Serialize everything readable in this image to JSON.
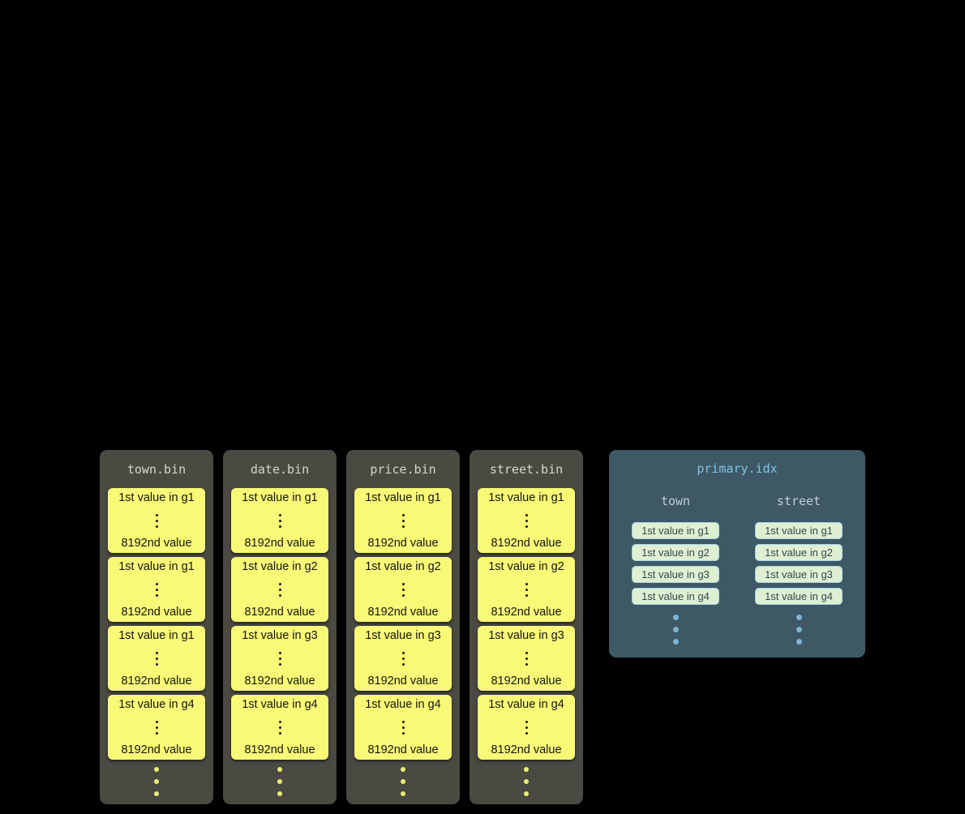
{
  "colors": {
    "background": "#010101",
    "column_bg": "#4a4942",
    "column_header_text": "#d7d6ce",
    "granule_bg": "#f9f977",
    "granule_text": "#141414",
    "granule_dot": "#1a1a1a",
    "column_dot": "#eded74",
    "index_bg": "#3e5965",
    "index_title": "#7ec3e8",
    "index_header": "#c3ced4",
    "entry_bg": "#dff0d2",
    "entry_border": "#a5d6e6",
    "entry_text": "#36464e",
    "index_dot": "#7fb5d4"
  },
  "bin_files": [
    {
      "name": "town.bin",
      "granules": [
        {
          "first": "1st value in g1",
          "last": "8192nd value"
        },
        {
          "first": "1st value in g1",
          "last": "8192nd value"
        },
        {
          "first": "1st value in g1",
          "last": "8192nd value"
        },
        {
          "first": "1st value in g4",
          "last": "8192nd value"
        }
      ]
    },
    {
      "name": "date.bin",
      "granules": [
        {
          "first": "1st value in g1",
          "last": "8192nd value"
        },
        {
          "first": "1st value in g2",
          "last": "8192nd value"
        },
        {
          "first": "1st value in g3",
          "last": "8192nd value"
        },
        {
          "first": "1st value in g4",
          "last": "8192nd value"
        }
      ]
    },
    {
      "name": "price.bin",
      "granules": [
        {
          "first": "1st value in g1",
          "last": "8192nd value"
        },
        {
          "first": "1st value in g2",
          "last": "8192nd value"
        },
        {
          "first": "1st value in g3",
          "last": "8192nd value"
        },
        {
          "first": "1st value in g4",
          "last": "8192nd value"
        }
      ]
    },
    {
      "name": "street.bin",
      "granules": [
        {
          "first": "1st value in g1",
          "last": "8192nd value"
        },
        {
          "first": "1st value in g2",
          "last": "8192nd value"
        },
        {
          "first": "1st value in g3",
          "last": "8192nd value"
        },
        {
          "first": "1st value in g4",
          "last": "8192nd value"
        }
      ]
    }
  ],
  "primary_index": {
    "title": "primary.idx",
    "columns": [
      {
        "header": "town",
        "entries": [
          "1st value in g1",
          "1st value in g2",
          "1st value in g3",
          "1st value in g4"
        ]
      },
      {
        "header": "street",
        "entries": [
          "1st value in g1",
          "1st value in g2",
          "1st value in g3",
          "1st value in g4"
        ]
      }
    ]
  }
}
